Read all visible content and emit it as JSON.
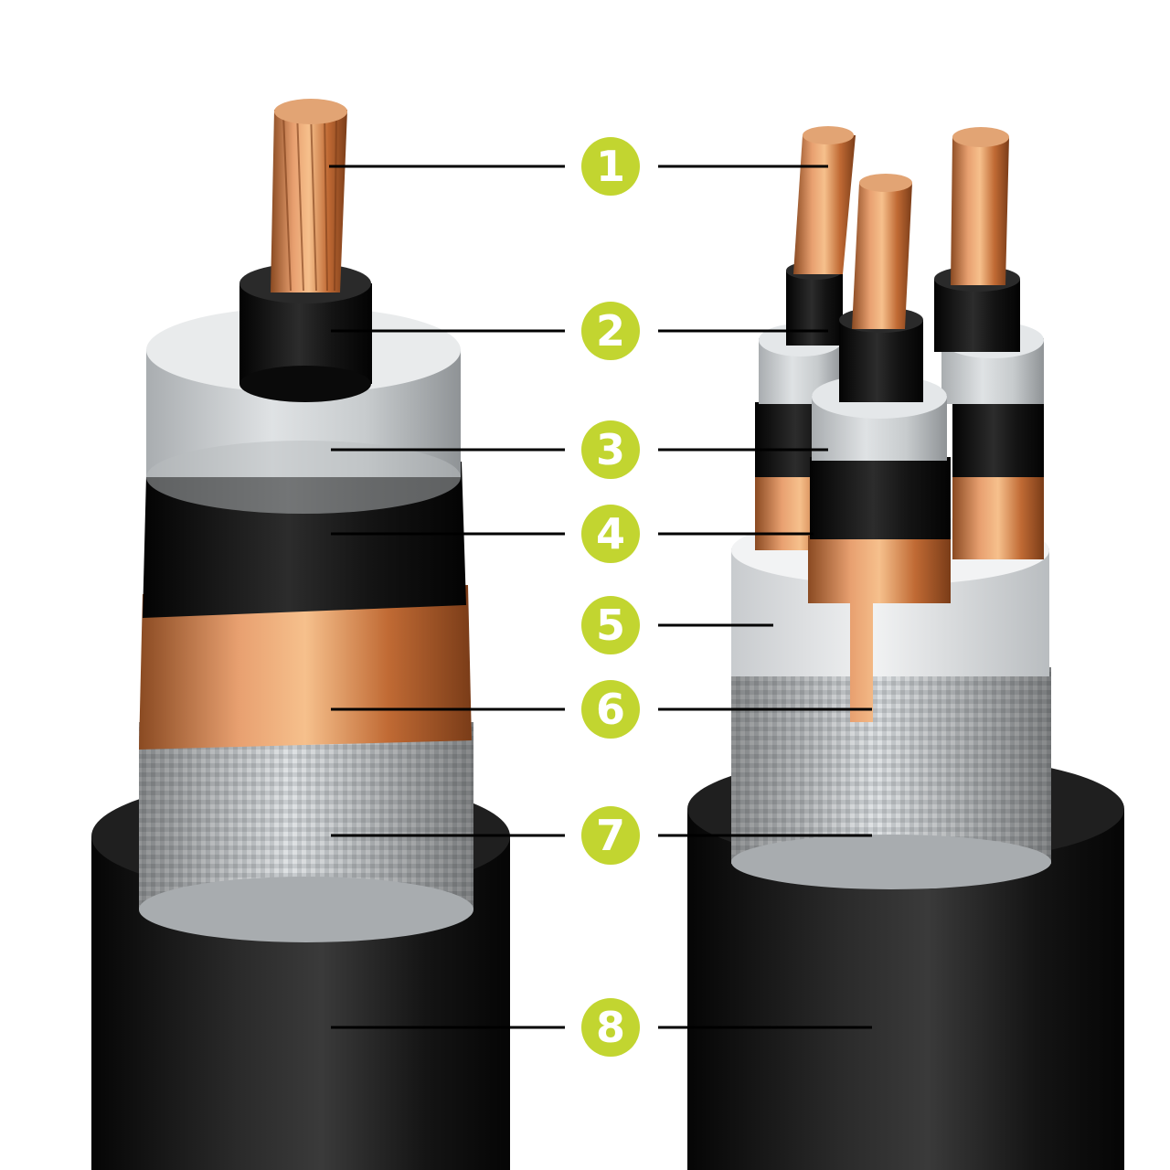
{
  "colors": {
    "badge": "#c2d530",
    "copper": "#c7713c",
    "jacket": "#111111",
    "screen": "#cfd3d6",
    "filler": "#e4e7ea"
  },
  "layers": [
    {
      "number": "1"
    },
    {
      "number": "2"
    },
    {
      "number": "3"
    },
    {
      "number": "4"
    },
    {
      "number": "5"
    },
    {
      "number": "6"
    },
    {
      "number": "7"
    },
    {
      "number": "8"
    }
  ]
}
